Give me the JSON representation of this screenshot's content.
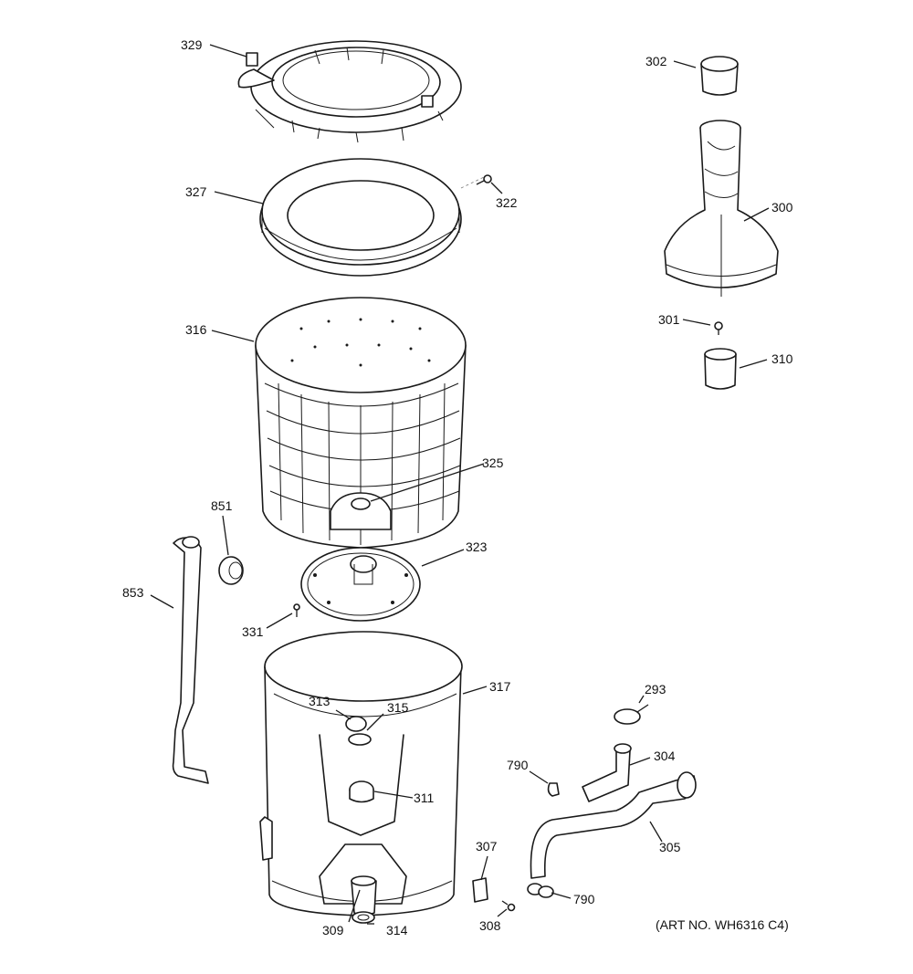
{
  "diagram": {
    "art_number": "(ART NO. WH6316 C4)",
    "callouts": [
      "329",
      "302",
      "327",
      "322",
      "300",
      "316",
      "301",
      "310",
      "325",
      "851",
      "323",
      "853",
      "331",
      "317",
      "293",
      "313",
      "315",
      "304",
      "790",
      "311",
      "305",
      "307",
      "308",
      "309",
      "314",
      "790"
    ]
  }
}
